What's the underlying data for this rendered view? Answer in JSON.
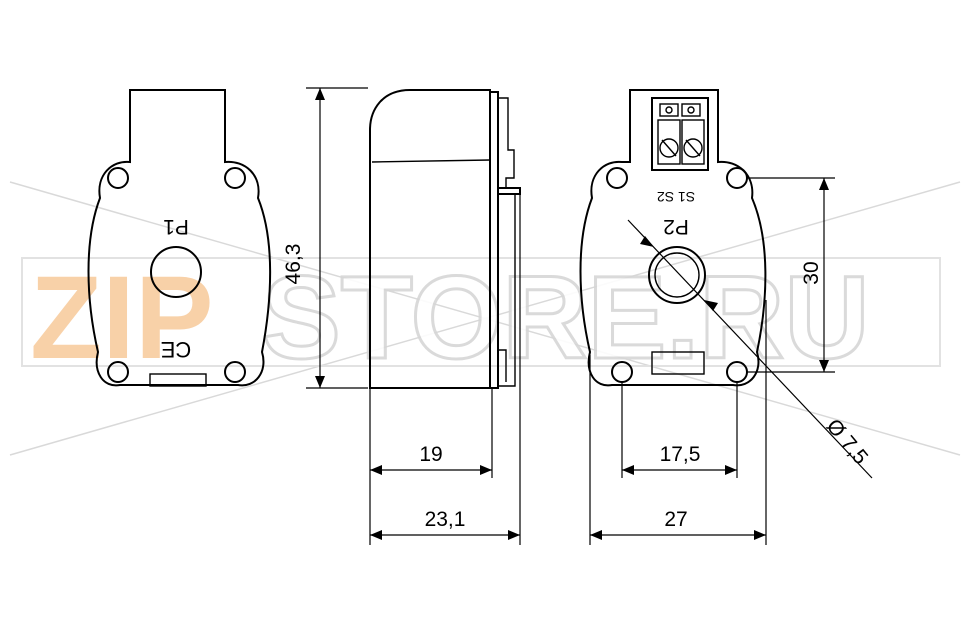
{
  "views": {
    "front_left": {
      "marking": "P1",
      "cert_mark": "CE"
    },
    "side": {},
    "front_right": {
      "marking": "P2",
      "terminal_marking": "S1 S2"
    }
  },
  "dimensions": {
    "height": "46,3",
    "depth_body": "19",
    "depth_total": "23,1",
    "hole_spacing_vertical": "30",
    "hole_spacing_horizontal": "17,5",
    "width": "27",
    "aperture_diameter": "Ø 7,5"
  },
  "watermark": {
    "part1": "ZIP",
    "part2": "STORE.RU"
  },
  "colors": {
    "line": "#000000",
    "watermark_orange": "#f7c99a",
    "watermark_grey": "#d6d6d6"
  }
}
